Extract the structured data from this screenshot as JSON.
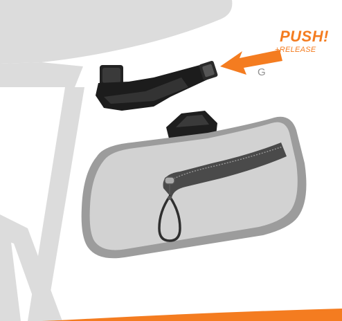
{
  "callout": {
    "title": "PUSH!",
    "subtitle": "+RELEASE"
  },
  "step_label": "G",
  "colors": {
    "accent": "#f47c20",
    "frame": "#dcdcdc",
    "bag_shell": "#9c9c9c",
    "bag_panel": "#d2d2d2",
    "mount": "#1c1c1c",
    "label_gray": "#8f8f8f"
  },
  "icons": [
    "arrow-icon",
    "zipper-pull-icon"
  ]
}
